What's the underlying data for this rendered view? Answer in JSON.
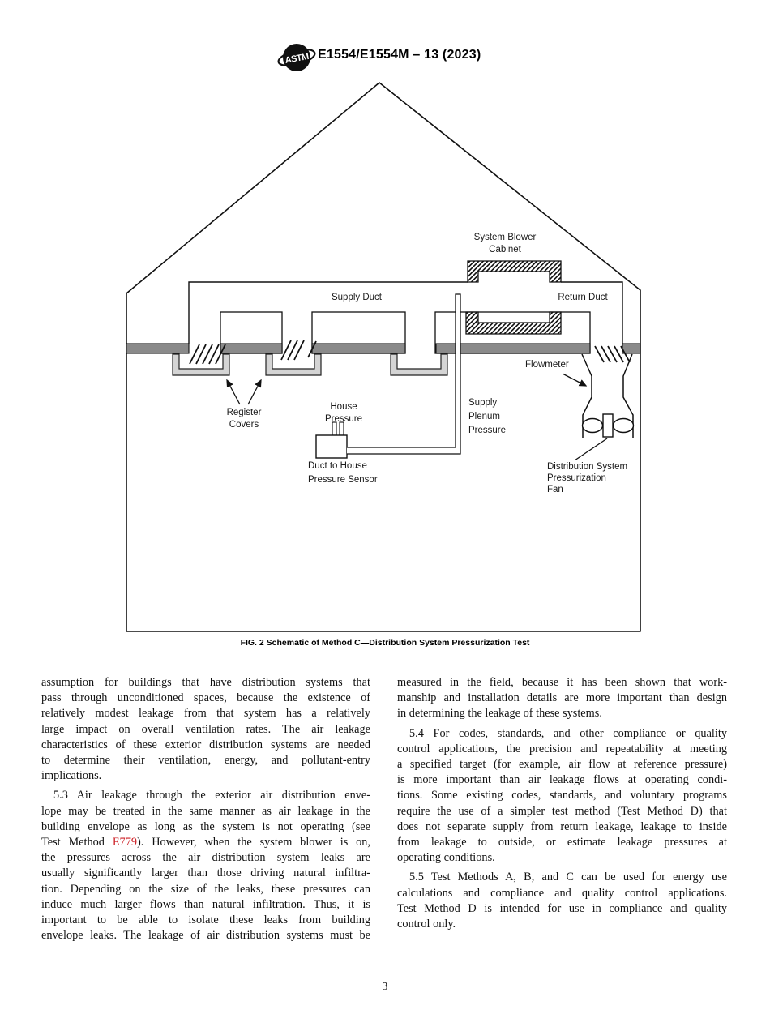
{
  "header": {
    "designation": "E1554/E1554M – 13 (2023)",
    "logo": "astm-logo",
    "logo_text": "ASTM"
  },
  "figure": {
    "caption": "FIG. 2 Schematic of Method C—Distribution System Pressurization Test",
    "labels": {
      "system_blower_cabinet": [
        "System Blower",
        "Cabinet"
      ],
      "supply_duct": "Supply Duct",
      "return_duct": "Return Duct",
      "register_covers": [
        "Register",
        "Covers"
      ],
      "house_pressure": [
        "House",
        "Pressure"
      ],
      "supply_plenum_pressure": [
        "Supply",
        "Plenum",
        "Pressure"
      ],
      "duct_to_house_pressure_sensor": [
        "Duct to House",
        "Pressure Sensor"
      ],
      "flowmeter": "Flowmeter",
      "distribution_system_pressurization_fan": [
        "Distribution System",
        "Pressurization",
        "Fan"
      ]
    }
  },
  "article": {
    "columns": {
      "left": [
        {
          "indent": false,
          "lines": [
            "assumption for buildings that have distribution systems that",
            "pass through unconditioned spaces, because the existence of",
            "relatively modest leakage from that system has a relatively",
            "large impact on overall ventilation rates. The air leakage",
            "characteristics of these exterior distribution systems are needed",
            "to determine their ventilation, energy, and pollutant-entry",
            "implications."
          ]
        },
        {
          "indent": true,
          "flush_end": true,
          "lines": [
            "5.3 Air leakage through the exterior air distribution enve-",
            "lope may be treated in the same manner as air leakage in the",
            "building envelope as long as the system is not operating (see",
            [
              "Test Method ",
              {
                "text": "E779",
                "link": true
              },
              "). However, when the system blower is on,"
            ],
            "the pressures across the air distribution system leaks are",
            "usually significantly larger than those driving natural infiltra-",
            "tion. Depending on the size of the leaks, these pressures can",
            "induce much larger flows than natural infiltration. Thus, it is",
            "important to be able to isolate these leaks from building",
            "envelope leaks. The leakage of air distribution systems must be"
          ]
        }
      ],
      "right": [
        {
          "indent": false,
          "lines": [
            "measured in the field, because it has been shown that work-",
            "manship and installation details are more important than design",
            "in determining the leakage of these systems."
          ]
        },
        {
          "indent": true,
          "lines": [
            "5.4 For codes, standards, and other compliance or quality",
            "control applications, the precision and repeatability at meeting",
            "a specified target (for example, air flow at reference pressure)",
            "is more important than air leakage flows at operating condi-",
            "tions. Some existing codes, standards, and voluntary programs",
            "require the use of a simpler test method (Test Method D) that",
            "does not separate supply from return leakage, leakage to inside",
            "from leakage to outside, or estimate leakage pressures at",
            "operating conditions."
          ]
        },
        {
          "indent": true,
          "lines": [
            "5.5 Test Methods A, B, and C can be used for energy use",
            "calculations and compliance and quality control applications.",
            "Test Method D is intended for use in compliance and quality",
            "control only."
          ]
        }
      ]
    }
  },
  "footer": {
    "page_number": "3"
  },
  "colors": {
    "link_red": "#cd2026",
    "ceiling_gray": "#8a8a8a",
    "register_gray": "#d4d4d4",
    "line_black": "#111111"
  }
}
